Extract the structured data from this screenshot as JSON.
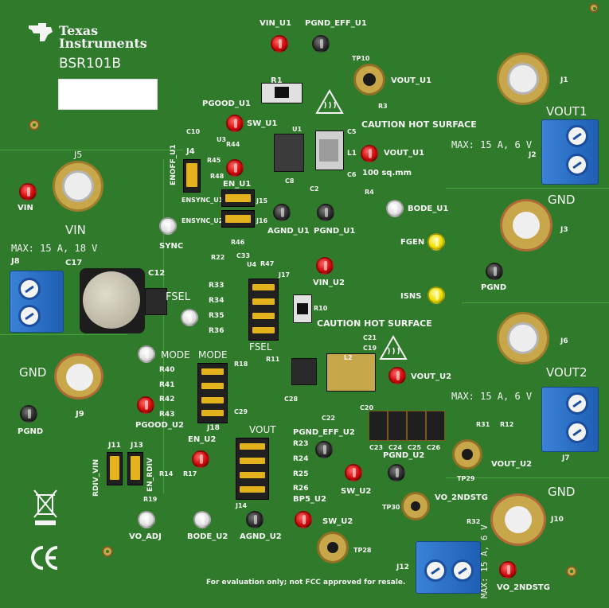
{
  "brand": {
    "line1": "Texas",
    "line2": "Instruments",
    "board_id": "BSR101B"
  },
  "colors": {
    "pcb": "#2f7a2b",
    "silk": "#f4f4f4",
    "copper": "#c8a64a",
    "terminal": "#2a6fcc"
  },
  "footer": "For evaluation only; not FCC approved for resale.",
  "caution1": "CAUTION HOT SURFACE",
  "caution2": "CAUTION HOT SURFACE",
  "area_note": "100 sq.mm",
  "ratings": {
    "vin": "MAX: 15 A, 18 V",
    "vout1": "MAX: 15 A, 6 V",
    "vout2": "MAX: 15 A, 6 V",
    "vo2nd": "MAX: 15 A, 6 V"
  },
  "big_labels": {
    "vin": "VIN",
    "gnd_left": "GND",
    "vout1": "VOUT1",
    "gnd_j3": "GND",
    "vout2": "VOUT2",
    "gnd_j10": "GND",
    "mode_title": "MODE",
    "mode": "MODE",
    "fsel_title": "FSEL",
    "fsel": "FSEL",
    "vout_title": "VOUT"
  },
  "testpoints": {
    "vin_u1": "VIN_U1",
    "pgnd_eff_u1": "PGND_EFF_U1",
    "vout_u1_top": "VOUT_U1",
    "pgood_u1": "PGOOD_U1",
    "sw_u1": "SW_U1",
    "vout_u1": "VOUT_U1",
    "en_u1": "EN_U1",
    "agnd_u1": "AGND_U1",
    "pgnd_u1": "PGND_U1",
    "bode_u1": "BODE_U1",
    "vin": "VIN",
    "sync": "SYNC",
    "fgen": "FGEN",
    "isns": "ISNS",
    "pgnd_right": "PGND",
    "vin_u2": "VIN_U2",
    "vout_u2": "VOUT_U2",
    "pgood_u2": "PGOOD_U2",
    "pgnd_left": "PGND",
    "en_u2": "EN_U2",
    "pgnd_eff_u2": "PGND_EFF_U2",
    "pgnd_u2": "PGND_U2",
    "sw_u2_mid": "SW_U2",
    "vout_u2_tp": "VOUT_U2",
    "vo_2ndstg": "VO_2NDSTG",
    "bp5_u2": "BP5_U2",
    "sw_u2_bot": "SW_U2",
    "vo_adj": "VO_ADJ",
    "bode_u2": "BODE_U2",
    "agnd_u2": "AGND_U2",
    "vo_2ndstg_bottom": "VO_2NDSTG"
  },
  "refdes": {
    "j1": "J1",
    "j2": "J2",
    "j3": "J3",
    "j4": "J4",
    "j5": "J5",
    "j6": "J6",
    "j7": "J7",
    "j8": "J8",
    "j9": "J9",
    "j10": "J10",
    "j11": "J11",
    "j12": "J12",
    "j13": "J13",
    "j14": "J14",
    "j15": "J15",
    "j16": "J16",
    "j17": "J17",
    "j18": "J18",
    "tp10": "TP10",
    "tp28": "TP28",
    "tp29": "TP29",
    "tp30": "TP30",
    "r1": "R1",
    "r3": "R3",
    "r4": "R4",
    "r10": "R10",
    "r12": "R12",
    "r14": "R14",
    "r17": "R17",
    "r18": "R18",
    "r19": "R19",
    "r22": "R22",
    "r23": "R23",
    "r24": "R24",
    "r25": "R25",
    "r26": "R26",
    "r31": "R31",
    "r32": "R32",
    "r33": "R33",
    "r34": "R34",
    "r35": "R35",
    "r36": "R36",
    "r40": "R40",
    "r41": "R41",
    "r42": "R42",
    "r43": "R43",
    "r44": "R44",
    "r45": "R45",
    "r46": "R46",
    "r47": "R47",
    "r48": "R48",
    "r11": "R11",
    "c2": "C2",
    "c5": "C5",
    "c6": "C6",
    "c8": "C8",
    "c10": "C10",
    "c12": "C12",
    "c17": "C17",
    "c19": "C19",
    "c20": "C20",
    "c21": "C21",
    "c22": "C22",
    "c23": "C23",
    "c24": "C24",
    "c25": "C25",
    "c26": "C26",
    "c28": "C28",
    "c29": "C29",
    "c33": "C33",
    "u1": "U1",
    "u3": "U3",
    "u4": "U4",
    "l1": "L1",
    "l2": "L2",
    "enoff_u1": "ENOFF_U1",
    "ensync_u1": "ENSYNC_U1",
    "ensync_u2": "ENSYNC_U2",
    "rdiv_vin": "RDIV_VIN",
    "en_rdiv": "EN_RDIV"
  },
  "icons": [
    "ti-logo-icon",
    "hot-surface-icon",
    "weee-bin-icon",
    "ce-mark-icon"
  ]
}
